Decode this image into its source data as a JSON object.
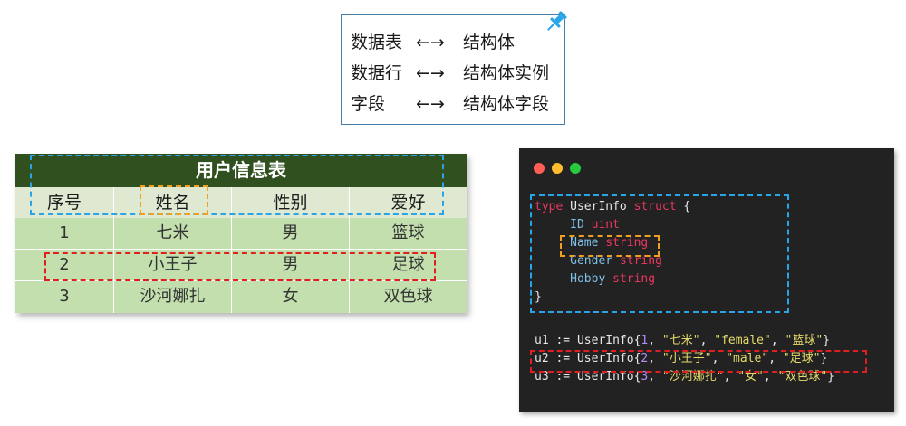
{
  "mapping": {
    "rows": [
      {
        "left": "数据表",
        "arrow": "←→",
        "right": "结构体"
      },
      {
        "left": "数据行",
        "arrow": "←→",
        "right": "结构体实例"
      },
      {
        "left": "字段",
        "arrow": "←→",
        "right": "结构体字段"
      }
    ],
    "pin_icon": "pushpin-icon"
  },
  "table": {
    "title": "用户信息表",
    "headers": [
      "序号",
      "姓名",
      "性别",
      "爱好"
    ],
    "rows": [
      [
        "1",
        "七米",
        "男",
        "篮球"
      ],
      [
        "2",
        "小王子",
        "男",
        "足球"
      ],
      [
        "3",
        "沙河娜扎",
        "女",
        "双色球"
      ]
    ],
    "colors": {
      "title_bg": "#30501f",
      "header_bg": "#dfe9d2",
      "row_bg": "#c2dfad"
    }
  },
  "code": {
    "struct": {
      "kw_type": "type",
      "name": "UserInfo",
      "kw_struct": "struct",
      "open": "{",
      "close": "}",
      "fields": [
        {
          "name": "ID",
          "type": "uint"
        },
        {
          "name": "Name",
          "type": "string"
        },
        {
          "name": "Gender",
          "type": "string"
        },
        {
          "name": "Hobby",
          "type": "string"
        }
      ]
    },
    "instances": [
      {
        "var": "u1",
        "op": ":=",
        "type": "UserInfo",
        "num": "1",
        "s1": "\"七米\"",
        "s2": "\"female\"",
        "s3": "\"篮球\""
      },
      {
        "var": "u2",
        "op": ":=",
        "type": "UserInfo",
        "num": "2",
        "s1": "\"小王子\"",
        "s2": "\"male\"",
        "s3": "\"足球\""
      },
      {
        "var": "u3",
        "op": ":=",
        "type": "UserInfo",
        "num": "3",
        "s1": "\"沙河娜扎\"",
        "s2": "\"女\"",
        "s3": "\"双色球\""
      }
    ],
    "window_dots": [
      "#ff5f56",
      "#ffbd2e",
      "#27c93f"
    ]
  },
  "highlight_colors": {
    "blue": "#29a4e6",
    "orange": "#f0a020",
    "red": "#e02020"
  }
}
